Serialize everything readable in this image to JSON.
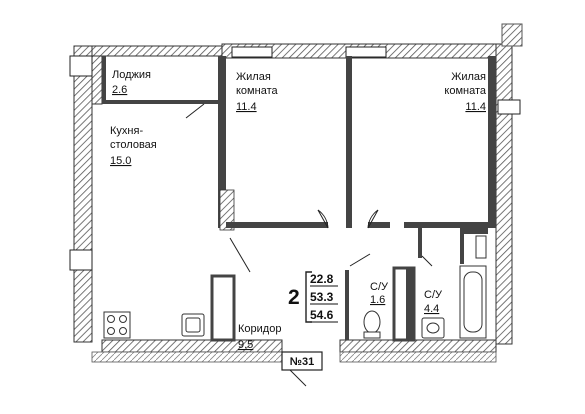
{
  "rooms": {
    "loggia": {
      "name": "Лоджия",
      "area": "2.6"
    },
    "kitchen": {
      "name_line1": "Кухня-",
      "name_line2": "столовая",
      "area": "15.0"
    },
    "living1": {
      "name_line1": "Жилая",
      "name_line2": "комната",
      "area": "11.4"
    },
    "living2": {
      "name_line1": "Жилая",
      "name_line2": "комната",
      "area": "11.4"
    },
    "bath1": {
      "name": "С/У",
      "area": "1.6"
    },
    "bath2": {
      "name": "С/У",
      "area": "4.4"
    },
    "corridor": {
      "name": "Коридор",
      "area": "9.5"
    }
  },
  "summary": {
    "rooms_count": "2",
    "living_area": "22.8",
    "total_area": "53.3",
    "total_with_loggia": "54.6"
  },
  "apartment_number": "№31",
  "colors": {
    "wall": "#444444",
    "hatch": "#777777",
    "line": "#222222"
  }
}
